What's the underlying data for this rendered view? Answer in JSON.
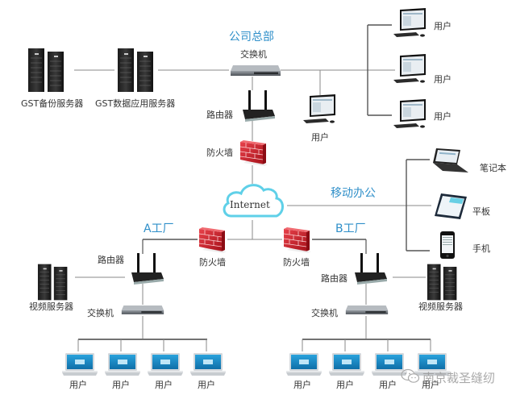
{
  "sections": {
    "hq": "公司总部",
    "mobile": "移动办公",
    "factory_a": "A工厂",
    "factory_b": "B工厂"
  },
  "hq": {
    "switch": "交换机",
    "router": "路由器",
    "firewall": "防火墙",
    "servers": [
      "GST备份服务器",
      "GST数据应用服务器"
    ],
    "users": [
      "用户",
      "用户",
      "用户",
      "用户"
    ]
  },
  "internet": {
    "label": "Internet"
  },
  "mobile": {
    "devices": [
      "笔记本",
      "平板",
      "手机"
    ]
  },
  "factory_a": {
    "firewall": "防火墙",
    "router": "路由器",
    "switch": "交换机",
    "server": "视频服务器",
    "users": [
      "用户",
      "用户",
      "用户",
      "用户"
    ]
  },
  "factory_b": {
    "firewall": "防火墙",
    "router": "路由器",
    "switch": "交换机",
    "server": "视频服务器",
    "users": [
      "用户",
      "用户",
      "用户",
      "用户"
    ]
  },
  "watermark": "南京裁圣缝纫",
  "colors": {
    "accent_blue": "#2f8fc9",
    "cloud_stroke": "#5fd0e8",
    "firewall_red": "#d9232e",
    "wire": "#555555"
  }
}
